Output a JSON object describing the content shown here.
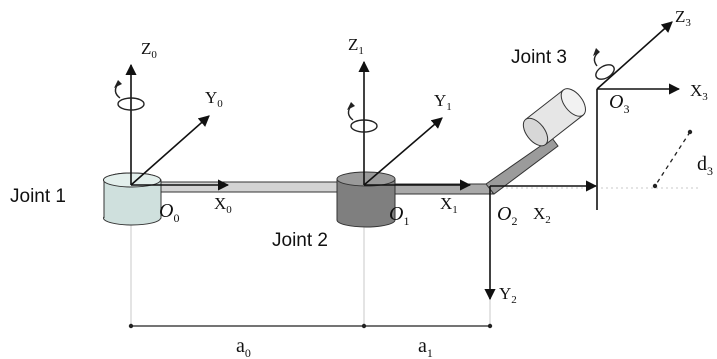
{
  "joints": [
    {
      "label": "Joint 1"
    },
    {
      "label": "Joint 2"
    },
    {
      "label": "Joint 3"
    }
  ],
  "frames": [
    {
      "origin": {
        "base": "O",
        "sub": "0"
      },
      "x": {
        "base": "X",
        "sub": "0"
      },
      "y": {
        "base": "Y",
        "sub": "0"
      },
      "z": {
        "base": "Z",
        "sub": "0"
      }
    },
    {
      "origin": {
        "base": "O",
        "sub": "1"
      },
      "x": {
        "base": "X",
        "sub": "1"
      },
      "y": {
        "base": "Y",
        "sub": "1"
      },
      "z": {
        "base": "Z",
        "sub": "1"
      }
    },
    {
      "origin": {
        "base": "O",
        "sub": "2"
      },
      "x": {
        "base": "X",
        "sub": "2"
      },
      "y": {
        "base": "Y",
        "sub": "2"
      }
    },
    {
      "origin": {
        "base": "O",
        "sub": "3"
      },
      "x": {
        "base": "X",
        "sub": "3"
      },
      "z": {
        "base": "Z",
        "sub": "3"
      }
    }
  ],
  "dimensions": [
    {
      "base": "a",
      "sub": "0"
    },
    {
      "base": "a",
      "sub": "1"
    },
    {
      "base": "d",
      "sub": "3"
    }
  ],
  "colors": {
    "link": "#d3d3d3",
    "joint1": "#cfe0dd",
    "joint2": "#7f7f7f",
    "joint3": "#e6e6e6",
    "axis": "#111111"
  }
}
